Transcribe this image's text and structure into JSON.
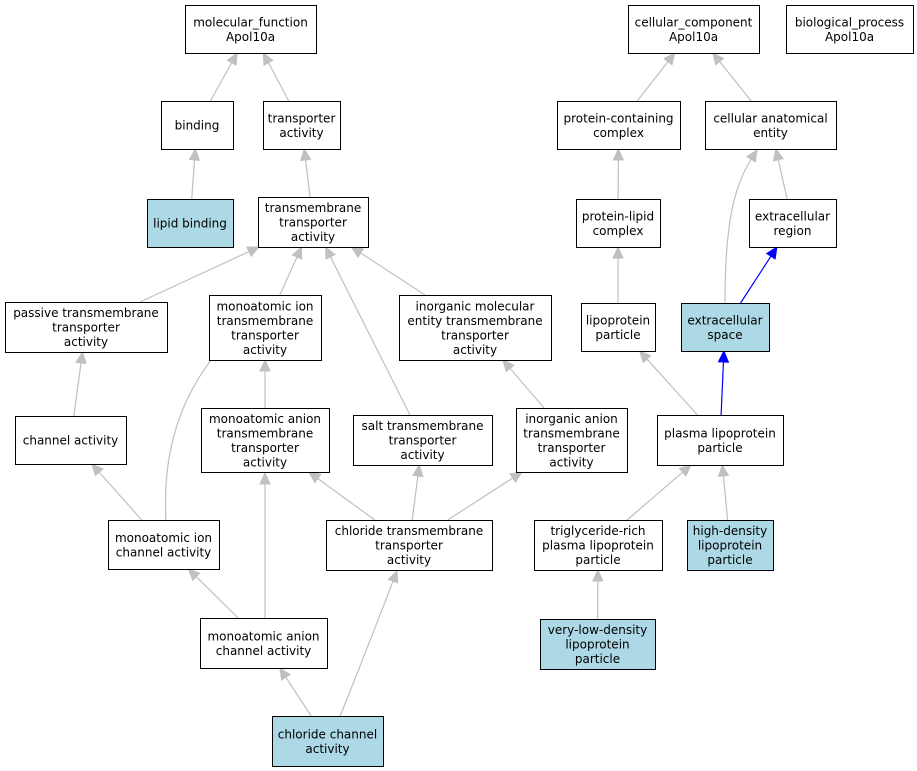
{
  "colors": {
    "default_fill": "#ffffff",
    "highlight_fill": "#add8e6",
    "edge_gray": "#c0c0c0",
    "edge_blue": "#0000ff",
    "border": "#000000"
  },
  "nodes": {
    "molecular_function": {
      "lines": [
        "molecular_function",
        "Apol10a"
      ],
      "highlight": false
    },
    "cellular_component": {
      "lines": [
        "cellular_component",
        "Apol10a"
      ],
      "highlight": false
    },
    "biological_process": {
      "lines": [
        "biological_process",
        "Apol10a"
      ],
      "highlight": false
    },
    "binding": {
      "lines": [
        "binding"
      ],
      "highlight": false
    },
    "transporter_activity": {
      "lines": [
        "transporter",
        "activity"
      ],
      "highlight": false
    },
    "protein_containing_complex": {
      "lines": [
        "protein-containing",
        "complex"
      ],
      "highlight": false
    },
    "cellular_anatomical_entity": {
      "lines": [
        "cellular anatomical",
        "entity"
      ],
      "highlight": false
    },
    "lipid_binding": {
      "lines": [
        "lipid binding"
      ],
      "highlight": true
    },
    "transmembrane_transporter_activity": {
      "lines": [
        "transmembrane",
        "transporter",
        "activity"
      ],
      "highlight": false
    },
    "protein_lipid_complex": {
      "lines": [
        "protein-lipid",
        "complex"
      ],
      "highlight": false
    },
    "extracellular_region": {
      "lines": [
        "extracellular",
        "region"
      ],
      "highlight": false
    },
    "passive_transmembrane_transporter_activity": {
      "lines": [
        "passive transmembrane",
        "transporter",
        "activity"
      ],
      "highlight": false
    },
    "monoatomic_ion_transmembrane_transporter_activity": {
      "lines": [
        "monoatomic ion",
        "transmembrane",
        "transporter",
        "activity"
      ],
      "highlight": false
    },
    "inorganic_molecular_entity_transmembrane_transporter_activity": {
      "lines": [
        "inorganic molecular",
        "entity transmembrane",
        "transporter",
        "activity"
      ],
      "highlight": false
    },
    "lipoprotein_particle": {
      "lines": [
        "lipoprotein",
        "particle"
      ],
      "highlight": false
    },
    "extracellular_space": {
      "lines": [
        "extracellular",
        "space"
      ],
      "highlight": true
    },
    "channel_activity": {
      "lines": [
        "channel activity"
      ],
      "highlight": false
    },
    "monoatomic_anion_transmembrane_transporter_activity": {
      "lines": [
        "monoatomic anion",
        "transmembrane",
        "transporter",
        "activity"
      ],
      "highlight": false
    },
    "salt_transmembrane_transporter_activity": {
      "lines": [
        "salt transmembrane",
        "transporter",
        "activity"
      ],
      "highlight": false
    },
    "inorganic_anion_transmembrane_transporter_activity": {
      "lines": [
        "inorganic anion",
        "transmembrane",
        "transporter",
        "activity"
      ],
      "highlight": false
    },
    "plasma_lipoprotein_particle": {
      "lines": [
        "plasma lipoprotein",
        "particle"
      ],
      "highlight": false
    },
    "monoatomic_ion_channel_activity": {
      "lines": [
        "monoatomic ion",
        "channel activity"
      ],
      "highlight": false
    },
    "chloride_transmembrane_transporter_activity": {
      "lines": [
        "chloride transmembrane",
        "transporter",
        "activity"
      ],
      "highlight": false
    },
    "triglyceride_rich_plasma_lipoprotein_particle": {
      "lines": [
        "triglyceride-rich",
        "plasma lipoprotein",
        "particle"
      ],
      "highlight": false
    },
    "high_density_lipoprotein_particle": {
      "lines": [
        "high-density",
        "lipoprotein",
        "particle"
      ],
      "highlight": true
    },
    "monoatomic_anion_channel_activity": {
      "lines": [
        "monoatomic anion",
        "channel activity"
      ],
      "highlight": false
    },
    "very_low_density_lipoprotein_particle": {
      "lines": [
        "very-low-density",
        "lipoprotein",
        "particle"
      ],
      "highlight": true
    },
    "chloride_channel_activity": {
      "lines": [
        "chloride channel",
        "activity"
      ],
      "highlight": true
    }
  },
  "edges": [
    {
      "from": "binding",
      "to": "molecular_function",
      "color": "gray"
    },
    {
      "from": "transporter_activity",
      "to": "molecular_function",
      "color": "gray"
    },
    {
      "from": "lipid_binding",
      "to": "binding",
      "color": "gray"
    },
    {
      "from": "transmembrane_transporter_activity",
      "to": "transporter_activity",
      "color": "gray"
    },
    {
      "from": "passive_transmembrane_transporter_activity",
      "to": "transmembrane_transporter_activity",
      "color": "gray"
    },
    {
      "from": "monoatomic_ion_transmembrane_transporter_activity",
      "to": "transmembrane_transporter_activity",
      "color": "gray"
    },
    {
      "from": "inorganic_molecular_entity_transmembrane_transporter_activity",
      "to": "transmembrane_transporter_activity",
      "color": "gray"
    },
    {
      "from": "salt_transmembrane_transporter_activity",
      "to": "transmembrane_transporter_activity",
      "color": "gray"
    },
    {
      "from": "channel_activity",
      "to": "passive_transmembrane_transporter_activity",
      "color": "gray"
    },
    {
      "from": "monoatomic_anion_transmembrane_transporter_activity",
      "to": "monoatomic_ion_transmembrane_transporter_activity",
      "color": "gray"
    },
    {
      "from": "inorganic_anion_transmembrane_transporter_activity",
      "to": "inorganic_molecular_entity_transmembrane_transporter_activity",
      "color": "gray"
    },
    {
      "from": "monoatomic_ion_channel_activity",
      "to": "channel_activity",
      "color": "gray"
    },
    {
      "from": "monoatomic_ion_channel_activity",
      "to": "monoatomic_ion_transmembrane_transporter_activity",
      "color": "gray"
    },
    {
      "from": "chloride_transmembrane_transporter_activity",
      "to": "monoatomic_anion_transmembrane_transporter_activity",
      "color": "gray"
    },
    {
      "from": "chloride_transmembrane_transporter_activity",
      "to": "salt_transmembrane_transporter_activity",
      "color": "gray"
    },
    {
      "from": "chloride_transmembrane_transporter_activity",
      "to": "inorganic_anion_transmembrane_transporter_activity",
      "color": "gray"
    },
    {
      "from": "monoatomic_anion_channel_activity",
      "to": "monoatomic_ion_channel_activity",
      "color": "gray"
    },
    {
      "from": "monoatomic_anion_channel_activity",
      "to": "monoatomic_anion_transmembrane_transporter_activity",
      "color": "gray"
    },
    {
      "from": "chloride_channel_activity",
      "to": "monoatomic_anion_channel_activity",
      "color": "gray"
    },
    {
      "from": "chloride_channel_activity",
      "to": "chloride_transmembrane_transporter_activity",
      "color": "gray"
    },
    {
      "from": "protein_containing_complex",
      "to": "cellular_component",
      "color": "gray"
    },
    {
      "from": "cellular_anatomical_entity",
      "to": "cellular_component",
      "color": "gray"
    },
    {
      "from": "protein_lipid_complex",
      "to": "protein_containing_complex",
      "color": "gray"
    },
    {
      "from": "extracellular_region",
      "to": "cellular_anatomical_entity",
      "color": "gray"
    },
    {
      "from": "extracellular_space",
      "to": "cellular_anatomical_entity",
      "color": "gray"
    },
    {
      "from": "lipoprotein_particle",
      "to": "protein_lipid_complex",
      "color": "gray"
    },
    {
      "from": "extracellular_space",
      "to": "extracellular_region",
      "color": "blue"
    },
    {
      "from": "plasma_lipoprotein_particle",
      "to": "lipoprotein_particle",
      "color": "gray"
    },
    {
      "from": "plasma_lipoprotein_particle",
      "to": "extracellular_space",
      "color": "blue"
    },
    {
      "from": "triglyceride_rich_plasma_lipoprotein_particle",
      "to": "plasma_lipoprotein_particle",
      "color": "gray"
    },
    {
      "from": "high_density_lipoprotein_particle",
      "to": "plasma_lipoprotein_particle",
      "color": "gray"
    },
    {
      "from": "very_low_density_lipoprotein_particle",
      "to": "triglyceride_rich_plasma_lipoprotein_particle",
      "color": "gray"
    }
  ]
}
